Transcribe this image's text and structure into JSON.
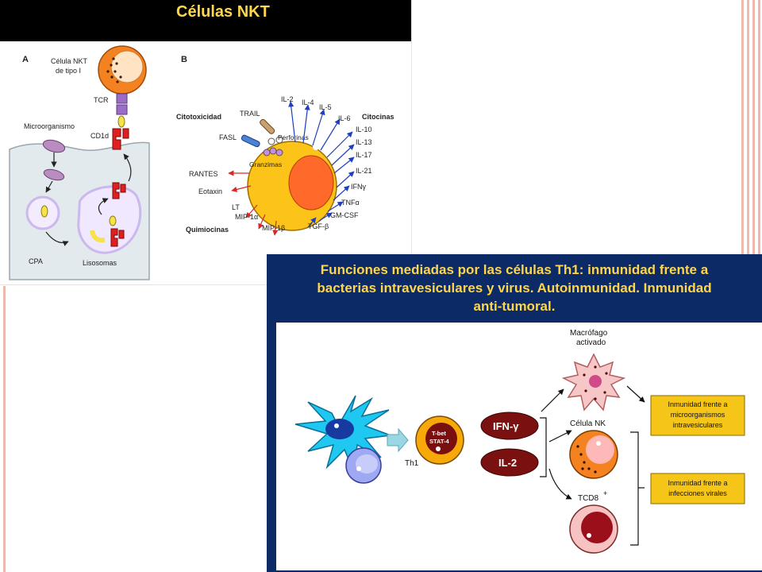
{
  "slide": {
    "title": "Células NKT"
  },
  "panel_a": {
    "label": "A",
    "nkt_cell": "Célula NKT",
    "nkt_type": "de tipo I",
    "tcr": "TCR",
    "cd1d": "CD1d",
    "microorganism": "Microorganismo",
    "apc": "CPA",
    "lysosomes": "Lisosomas"
  },
  "panel_b": {
    "label": "B",
    "cytotoxicity": "Citotoxicidad",
    "cytokines": "Citocinas",
    "chemokines": "Quimiocinas",
    "trail": "TRAIL",
    "fasl": "FASL",
    "perforins": "Perforinas",
    "granzymes": "Granzimas",
    "cytokine_list": [
      "IL-2",
      "IL-4",
      "IL-5",
      "IL-6",
      "IL-10",
      "IL-13",
      "IL-17",
      "IL-21",
      "IFNγ",
      "TNFα",
      "GM-CSF",
      "TGF-β"
    ],
    "chemokine_list": [
      "RANTES",
      "Eotaxin",
      "LT",
      "MIP-1α",
      "MIP-1β"
    ]
  },
  "th1_panel": {
    "title_lines": [
      "Funciones mediadas por las células Th1: inmunidad frente a",
      "bacterias intravesiculares y virus. Autoinmunidad. Inmunidad",
      "anti-tumoral."
    ],
    "macrophage_line1": "Macrófago",
    "macrophage_line2": "activado",
    "nk_cell": "Célula NK",
    "tcd8": "TCD8",
    "tcd8_sup": "+",
    "th1": "Th1",
    "tbet": "T-bet",
    "stat4": "STAT-4",
    "ifn": "IFN-γ",
    "il2": "IL-2",
    "box1_lines": [
      "Inmunidad frente a",
      "microorganismos",
      "intravesiculares"
    ],
    "box2_lines": [
      "Inmunidad frente a",
      "infecciones virales"
    ]
  },
  "colors": {
    "title_yellow": "#ffd54a",
    "panel_navy": "#0c2a66",
    "nkt_orange": "#f58220",
    "cell_yellow": "#fcc419",
    "tcr_purple": "#9b6dc6",
    "cd1d_red": "#e02020",
    "cytokine_blue": "#1f3fbf",
    "chemokine_red": "#d42a2a",
    "dendritic_cyan": "#1ec8f0",
    "box_yellow": "#f5c518",
    "cytokine_maroon": "#7a1010"
  }
}
